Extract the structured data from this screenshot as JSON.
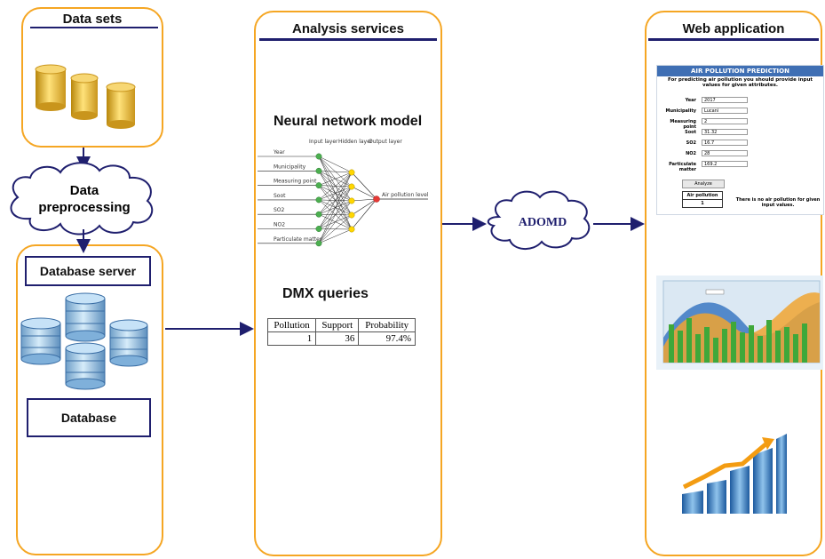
{
  "panels": {
    "datasets": {
      "title": "Data sets"
    },
    "analysis": {
      "title": "Analysis services"
    },
    "webapp": {
      "title": "Web application"
    }
  },
  "clouds": {
    "preprocessing": "Data\npreprocessing",
    "adomd": "ADOMD"
  },
  "boxes": {
    "db_server": "Database server",
    "database": "Database"
  },
  "nn": {
    "heading": "Neural network model",
    "layers": [
      "Input layer",
      "Hidden layer",
      "Output layer"
    ],
    "inputs": [
      "Year",
      "Municipality",
      "Measuring point",
      "Soot",
      "SO2",
      "NO2",
      "Particulate matter"
    ],
    "output": "Air pollution level"
  },
  "dmx": {
    "heading": "DMX queries",
    "headers": [
      "Pollution",
      "Support",
      "Probability"
    ],
    "row": [
      "1",
      "36",
      "97.4%"
    ]
  },
  "form": {
    "title": "AIR POLLUTION PREDICTION",
    "intro": "For predicting air pollution you should provide input values for given attributes.",
    "fields": [
      {
        "label": "Year",
        "value": "2017"
      },
      {
        "label": "Municipality",
        "value": "Lucani"
      },
      {
        "label": "Measuring point",
        "value": "2"
      },
      {
        "label": "Soot",
        "value": "31.32"
      },
      {
        "label": "SO2",
        "value": "16.7"
      },
      {
        "label": "NO2",
        "value": "28"
      },
      {
        "label": "Particulate matter",
        "value": "169.2"
      }
    ],
    "button": "Analyze",
    "result_header": "Air pollution",
    "result_value": "1",
    "message": "There is no air pollution for given input values."
  },
  "colors": {
    "panel_border": "#f5a623",
    "navy": "#1f1f6e",
    "form_header": "#3f6fb4"
  }
}
